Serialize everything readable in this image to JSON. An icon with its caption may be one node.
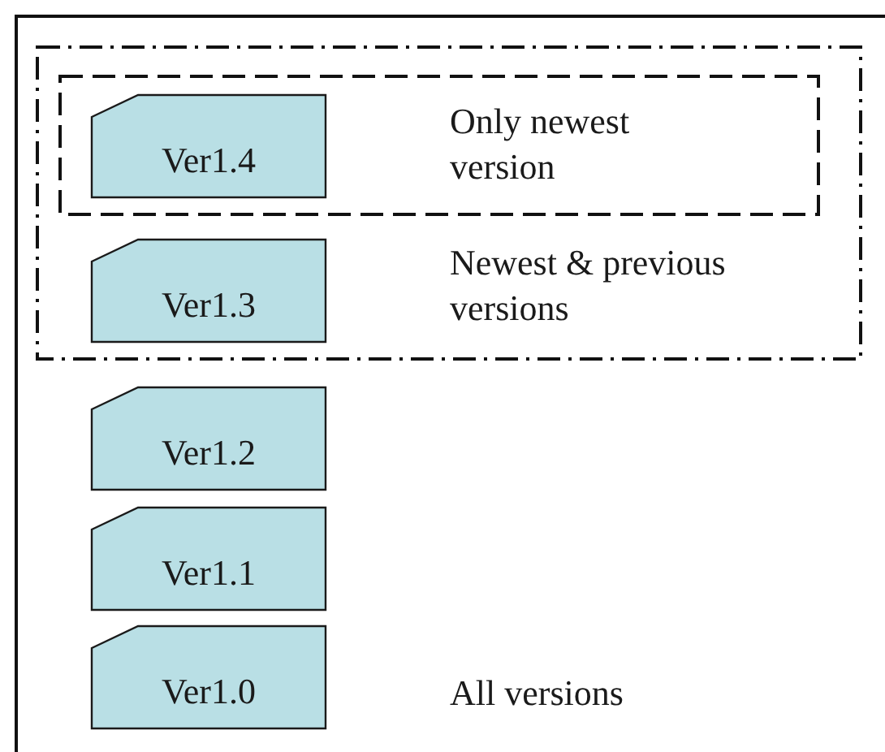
{
  "diagram": {
    "nodes": [
      {
        "text": [
          "All versions"
        ]
      },
      {
        "text": [
          "Newest & previous versions"
        ],
        "in": 0
      },
      {
        "text": [
          "Only newest version"
        ],
        "in": 1
      },
      {
        "text": [
          "Ver1.4"
        ],
        "in": 2
      },
      {
        "text": [
          "Ver1.3"
        ],
        "in": 1
      },
      {
        "text": [
          "Ver1.2"
        ],
        "in": 0
      },
      {
        "text": [
          "Ver1.1"
        ],
        "in": 0
      },
      {
        "text": [
          "Ver1.0"
        ],
        "in": 0
      }
    ]
  }
}
